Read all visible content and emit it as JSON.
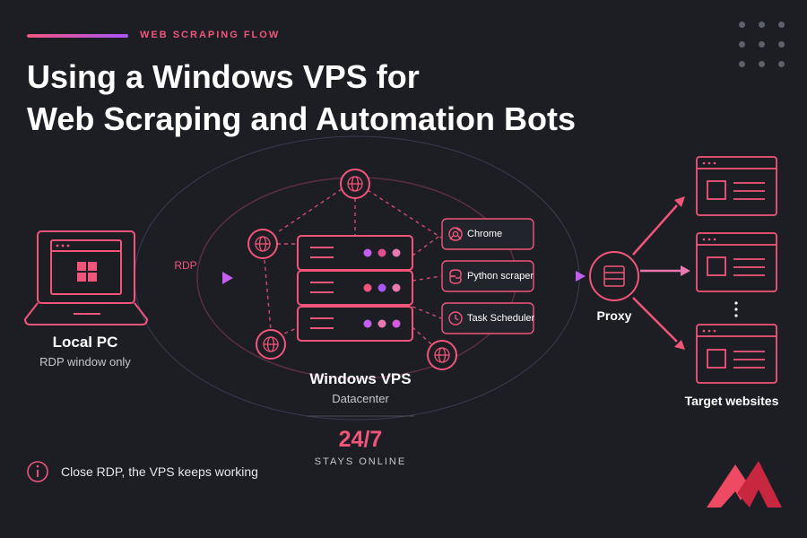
{
  "header": {
    "kicker": "WEB SCRAPING FLOW",
    "title_line1": "Using a Windows VPS for",
    "title_line2": "Web Scraping and Automation Bots"
  },
  "local_pc": {
    "title": "Local PC",
    "subtitle": "RDP window only",
    "connection_label": "RDP"
  },
  "vps": {
    "title": "Windows VPS",
    "subtitle": "Datacenter",
    "uptime": "24/7",
    "uptime_label": "STAYS ONLINE"
  },
  "tools": [
    {
      "label": "Chrome",
      "icon": "chrome-icon"
    },
    {
      "label": "Python scraper",
      "icon": "python-icon"
    },
    {
      "label": "Task Scheduler",
      "icon": "clock-icon"
    }
  ],
  "proxy": {
    "label": "Proxy",
    "icon": "server-icon"
  },
  "targets": {
    "label": "Target websites"
  },
  "footer": {
    "note": "Close RDP, the VPS keeps working",
    "note_icon": "info-icon"
  },
  "colors": {
    "accent": "#f2557a",
    "accent_purple": "#a955f7",
    "background": "#1c1e24"
  },
  "logo": {
    "icon": "brand-logo"
  }
}
